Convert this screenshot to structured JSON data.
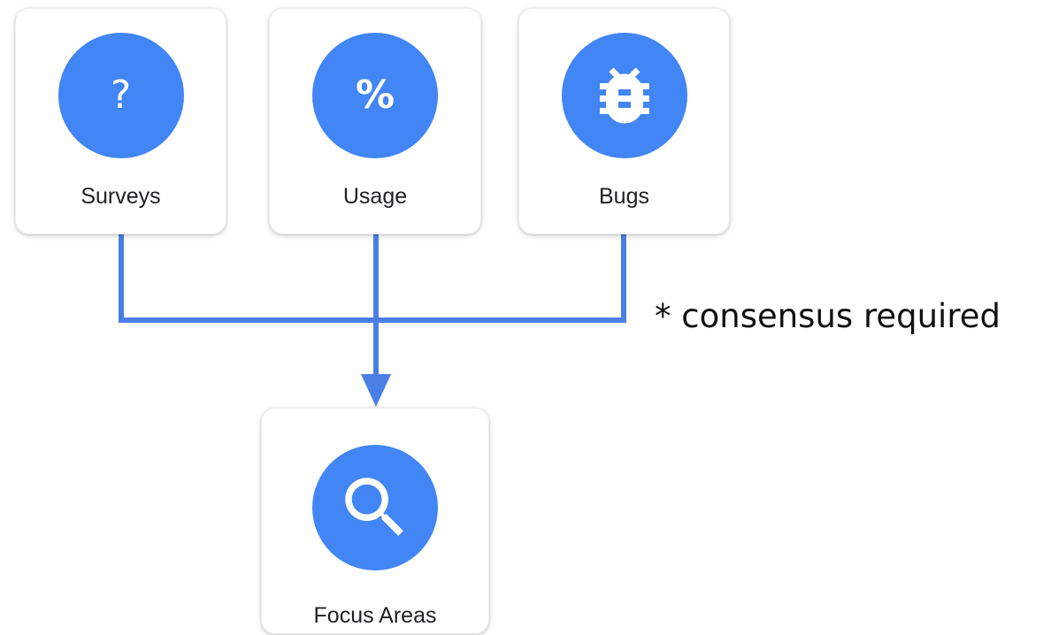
{
  "colors": {
    "accent": "#4285f4",
    "connector": "#4a7fe6",
    "card_background": "#ffffff",
    "icon_foreground": "#ffffff"
  },
  "sources": [
    {
      "id": "surveys",
      "label": "Surveys",
      "icon": "help-question-icon",
      "glyph": "?"
    },
    {
      "id": "usage",
      "label": "Usage",
      "icon": "percent-icon",
      "glyph": "%"
    },
    {
      "id": "bugs",
      "label": "Bugs",
      "icon": "bug-icon"
    }
  ],
  "target": {
    "id": "focus",
    "label": "Focus Areas",
    "icon": "search-icon"
  },
  "note": "* consensus required"
}
